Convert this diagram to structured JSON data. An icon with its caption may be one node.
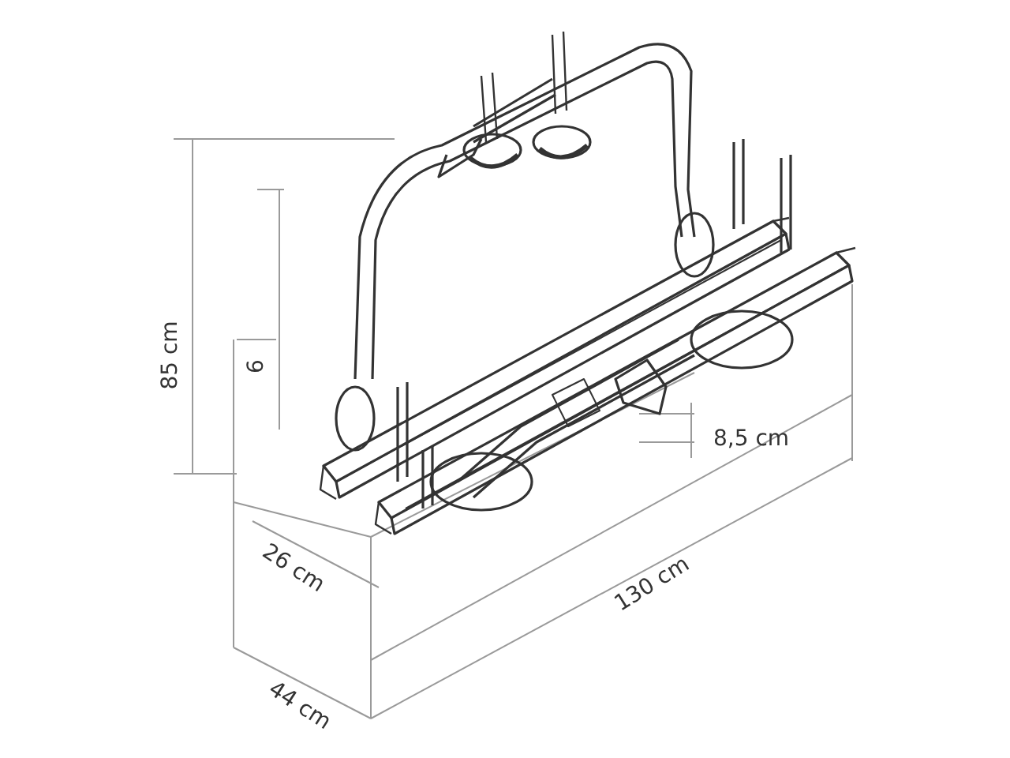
{
  "diagram": {
    "labels": [
      "85 cm",
      "6",
      "8,5 cm",
      "26 cm",
      "130 cm",
      "44 cm"
    ]
  }
}
